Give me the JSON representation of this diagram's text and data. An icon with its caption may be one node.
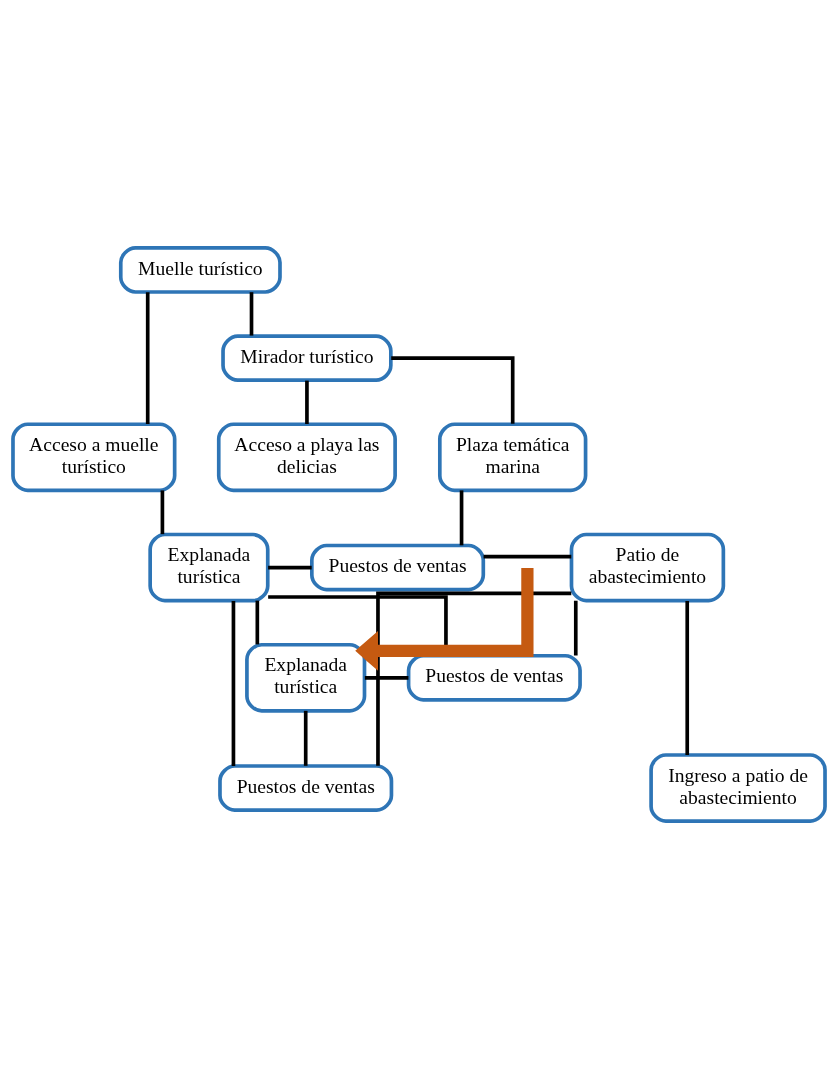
{
  "diagram": {
    "nodes": [
      {
        "text": [
          "Muelle turístico"
        ]
      },
      {
        "text": [
          "Mirador turístico"
        ]
      },
      {
        "text": [
          "Acceso a muelle turístico"
        ]
      },
      {
        "text": [
          "Acceso a playa las delicias"
        ]
      },
      {
        "text": [
          "Plaza temática marina"
        ]
      },
      {
        "text": [
          "Patio de abastecimiento"
        ]
      },
      {
        "text": [
          "Explanada turística"
        ]
      },
      {
        "text": [
          "Puestos de ventas"
        ]
      },
      {
        "text": [
          "Puestos de ventas"
        ]
      },
      {
        "text": [
          "Ingreso a patio de abastecimiento"
        ]
      },
      {
        "text": [
          "Explanada turística"
        ]
      },
      {
        "text": [
          "Puestos de ventas"
        ]
      }
    ],
    "edges": [
      {
        "from": 0,
        "to": 2,
        "arrow": "none"
      },
      {
        "from": 0,
        "to": 1,
        "arrow": "none"
      },
      {
        "from": 1,
        "to": 4,
        "arrow": "none"
      },
      {
        "from": 1,
        "to": 3,
        "arrow": "none"
      },
      {
        "from": 2,
        "to": 6,
        "arrow": "none"
      },
      {
        "from": 4,
        "to": 7,
        "arrow": "none"
      },
      {
        "from": 6,
        "to": 7,
        "arrow": "none"
      },
      {
        "from": 6,
        "to": 11,
        "arrow": "none"
      },
      {
        "from": 6,
        "to": 8,
        "arrow": "none"
      },
      {
        "from": 6,
        "to": 10,
        "arrow": "none"
      },
      {
        "from": 10,
        "to": 8,
        "arrow": "none"
      },
      {
        "from": 10,
        "to": 11,
        "arrow": "none"
      },
      {
        "from": 7,
        "to": 5,
        "arrow": "none"
      },
      {
        "from": 8,
        "to": 5,
        "arrow": "none"
      },
      {
        "from": 11,
        "to": 5,
        "arrow": "none"
      },
      {
        "from": 5,
        "to": 9,
        "arrow": "none"
      },
      {
        "from": null,
        "to": 10,
        "arrow": "to",
        "style": "thick",
        "color": "#c55a11"
      }
    ]
  }
}
